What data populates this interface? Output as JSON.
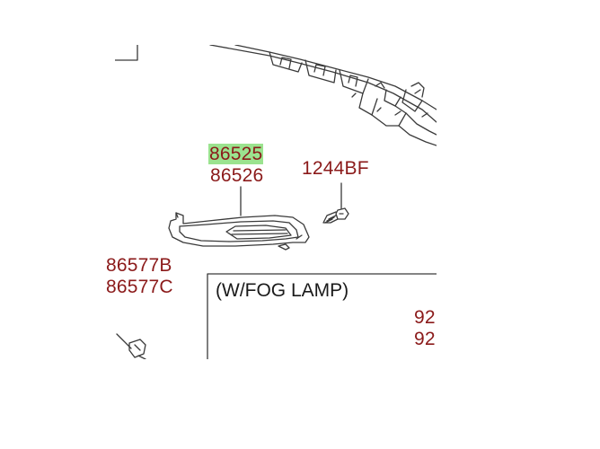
{
  "colors": {
    "label": "#8b1a1a",
    "line": "#3a3a3a",
    "highlight": "#9be38f",
    "text": "#1a1a1a"
  },
  "labels": {
    "part_86525": "86525",
    "part_86526": "86526",
    "part_1244BF": "1244BF",
    "part_86577B": "86577B",
    "part_86577C": "86577C",
    "part_92_a": "92",
    "part_92_b": "92"
  },
  "callout": {
    "title": "(W/FOG LAMP)"
  },
  "highlighted_part": "86525"
}
